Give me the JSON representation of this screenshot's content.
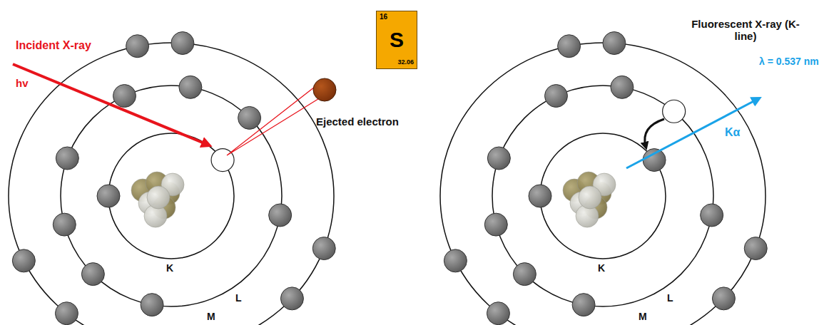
{
  "diagram": {
    "nodes": [
      {
        "text": [
          "16",
          "S",
          "32.06"
        ]
      }
    ],
    "labels": [
      "Incident X-ray",
      "hv",
      "Ejected electron",
      "K",
      "L",
      "M",
      "Fluorescent X-ray (K-line)",
      "λ = 0.537 nm",
      "Kα",
      "K",
      "L",
      "M"
    ]
  }
}
